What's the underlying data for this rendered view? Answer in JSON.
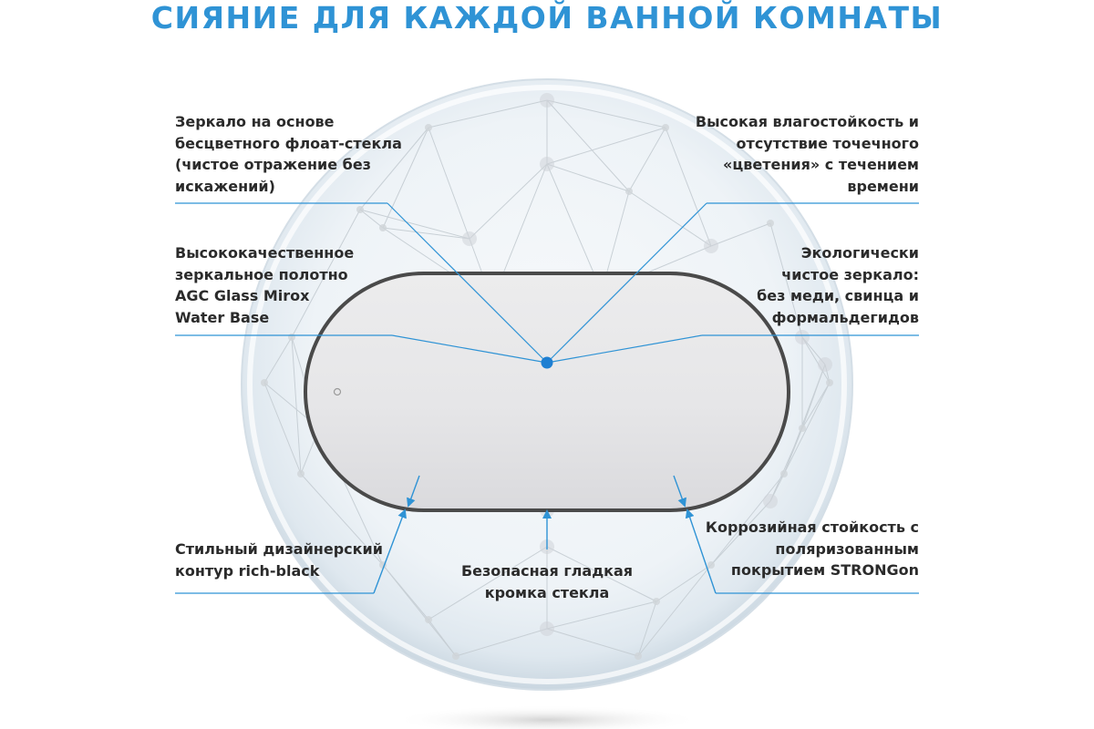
{
  "title": "СИЯНИЕ ДЛЯ КАЖДОЙ ВАННОЙ КОМНАТЫ",
  "colors": {
    "accent": "#2f93d5",
    "frame": "#4a4a4a",
    "text": "#2b2b2b"
  },
  "features": {
    "float_glass": [
      "Зеркало на основе",
      "бесцветного флоат-стекла",
      "(чистое отражение без",
      "искажений)"
    ],
    "agc_glass": [
      "Высококачественное",
      "зеркальное полотно",
      "AGC Glass Mirox",
      "Water Base"
    ],
    "moisture": [
      "Высокая влагостойкость и",
      "отсутствие точечного",
      "«цветения» с течением",
      "времени"
    ],
    "eco": [
      "Экологически",
      "чистое зеркало:",
      "без меди, свинца и",
      "формальдегидов"
    ],
    "contour": [
      "Стильный дизайнерский",
      "контур rich-black"
    ],
    "edge": [
      "Безопасная гладкая",
      "кромка стекла"
    ],
    "corrosion": [
      "Коррозийная стойкость с",
      "поляризованным",
      "покрытием STRONGon"
    ]
  }
}
